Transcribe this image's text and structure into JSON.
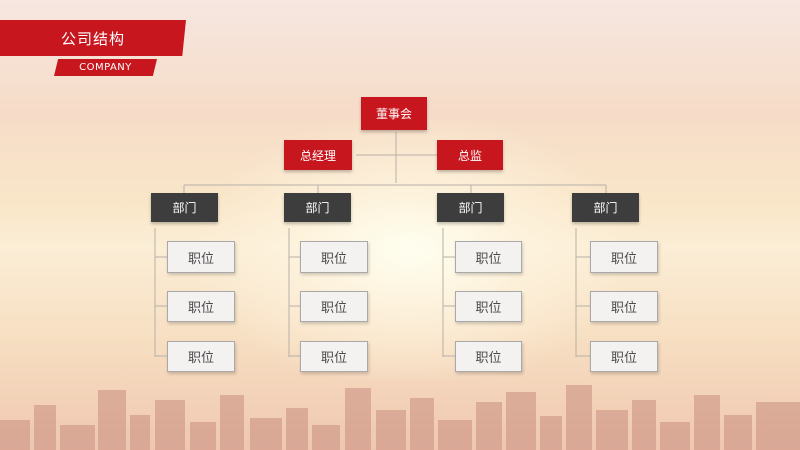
{
  "header": {
    "title": "公司结构",
    "subtitle": "COMPANY"
  },
  "org_chart": {
    "root": "董事会",
    "executives": [
      "总经理",
      "总监"
    ],
    "departments": [
      {
        "label": "部门",
        "positions": [
          "职位",
          "职位",
          "职位"
        ]
      },
      {
        "label": "部门",
        "positions": [
          "职位",
          "职位",
          "职位"
        ]
      },
      {
        "label": "部门",
        "positions": [
          "职位",
          "职位",
          "职位"
        ]
      },
      {
        "label": "部门",
        "positions": [
          "职位",
          "职位",
          "职位"
        ]
      }
    ]
  },
  "colors": {
    "accent_red": "#c8161e",
    "department_dark": "#3d3d3d",
    "position_bg": "#f4f2f1",
    "line": "#b8b0a8"
  }
}
